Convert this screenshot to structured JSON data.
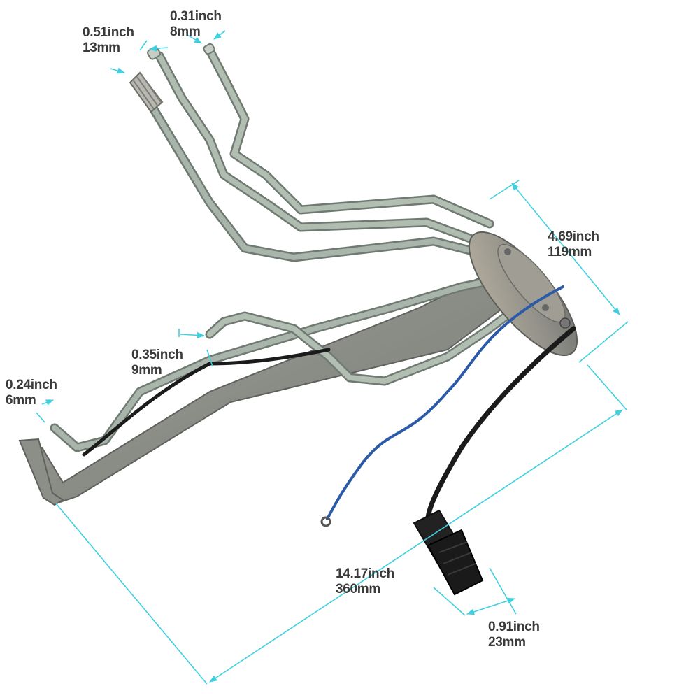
{
  "measurements": {
    "port_large": {
      "inch": "0.51inch",
      "mm": "13mm"
    },
    "port_small": {
      "inch": "0.31inch",
      "mm": "8mm"
    },
    "flange_width": {
      "inch": "4.69inch",
      "mm": "119mm"
    },
    "side_port": {
      "inch": "0.35inch",
      "mm": "9mm"
    },
    "pickup_tube": {
      "inch": "0.24inch",
      "mm": "6mm"
    },
    "overall_length": {
      "inch": "14.17inch",
      "mm": "360mm"
    },
    "connector": {
      "inch": "0.91inch",
      "mm": "23mm"
    }
  },
  "colors": {
    "dimension_line": "#3fd0e0",
    "label_text": "#3a3a3a",
    "metal": "#9aa79a",
    "metal_shade": "#6f7a72",
    "bracket": "#8d8f86",
    "wire_blue": "#2a5aa8",
    "wire_black": "#1b1b1b"
  }
}
